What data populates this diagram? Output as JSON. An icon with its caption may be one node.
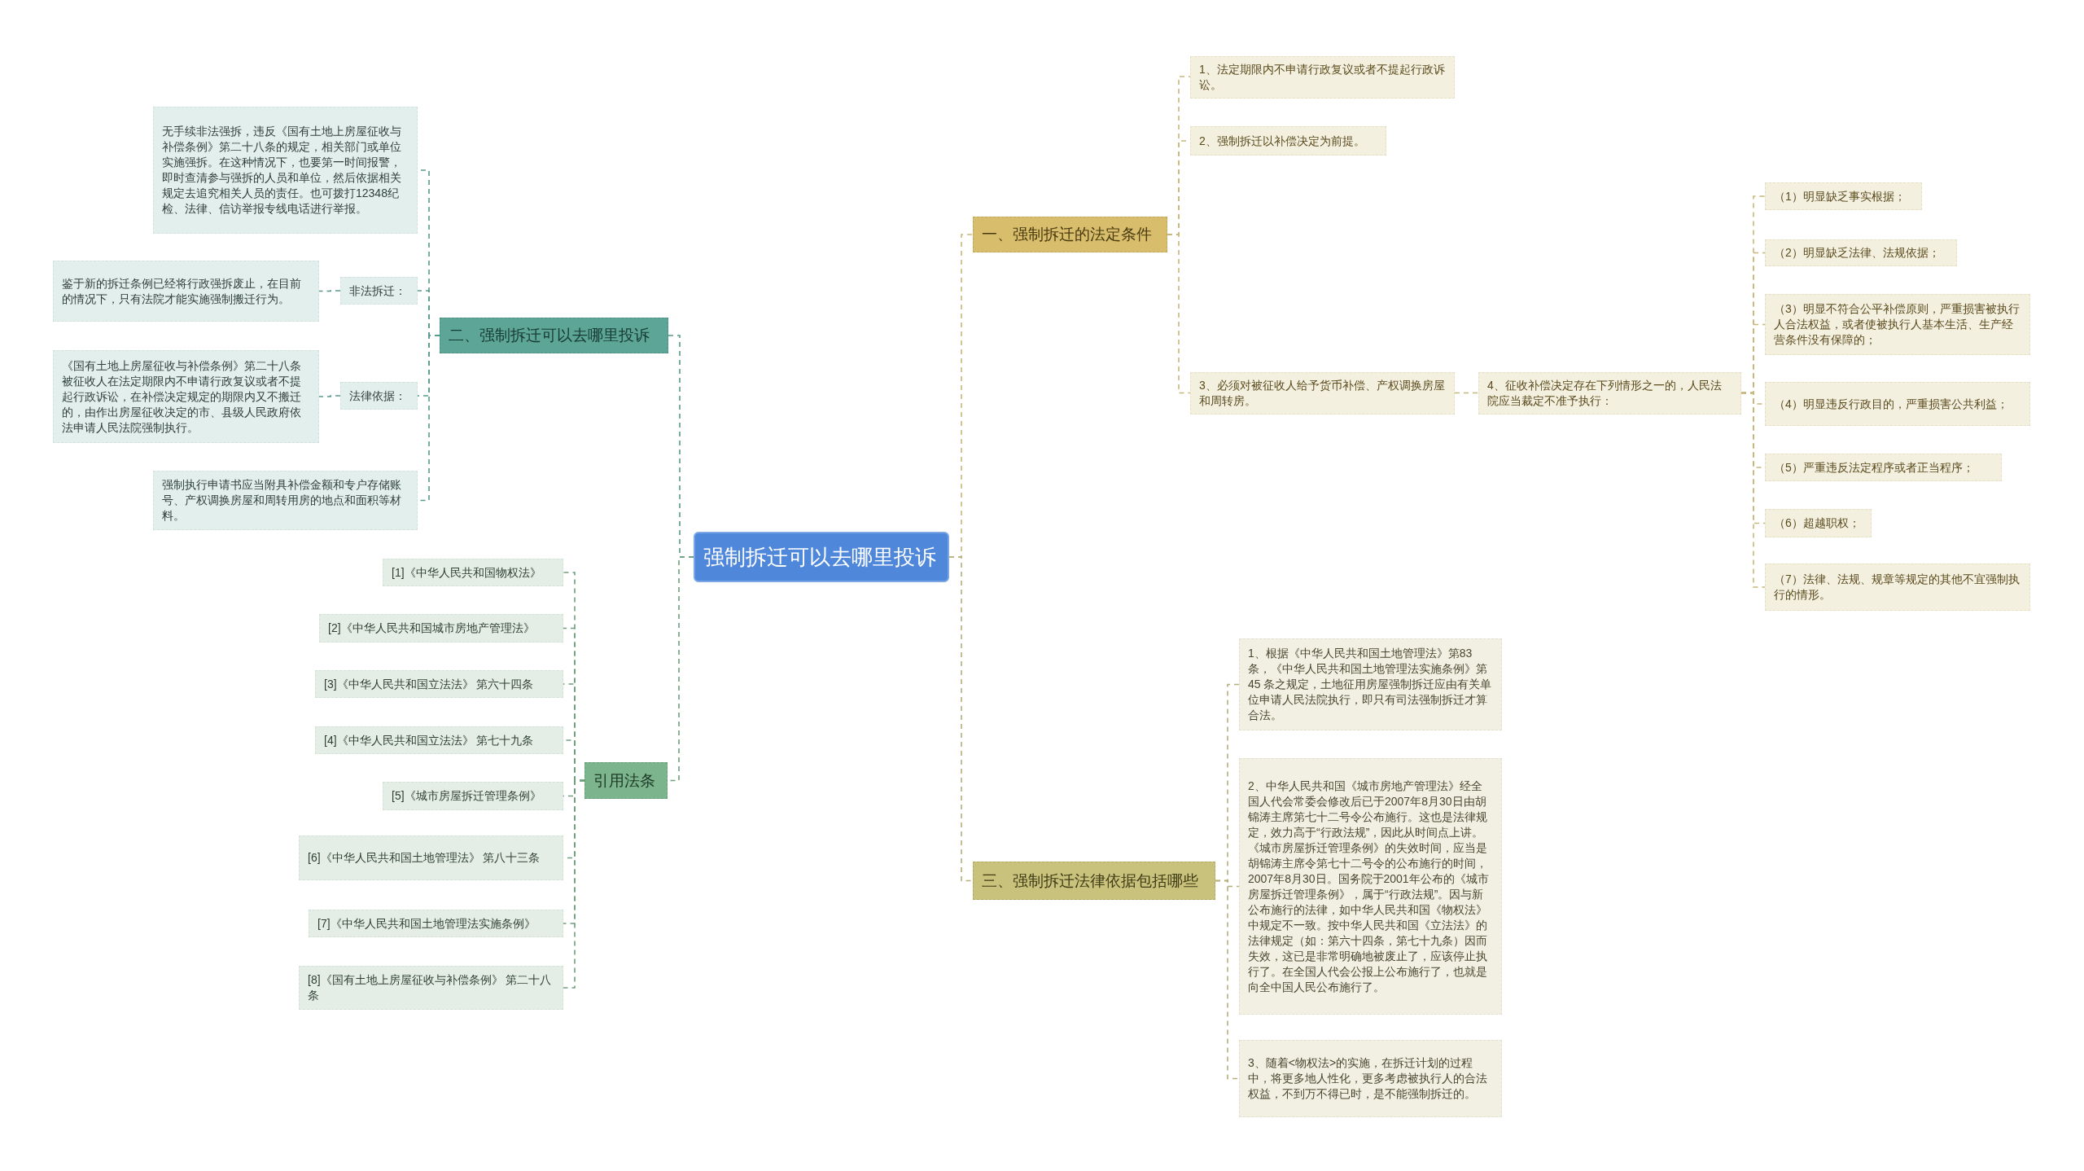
{
  "diagram": {
    "nodes": [
      {
        "text": [
          "强制拆迁可以去哪里投诉"
        ]
      },
      {
        "text": [
          "一、强制拆迁的法定条件"
        ]
      },
      {
        "text": [
          "1、法定期限内不申请行政复议或者不提起行政诉讼。"
        ]
      },
      {
        "text": [
          "2、强制拆迁以补偿决定为前提。"
        ]
      },
      {
        "text": [
          "3、必须对被征收人给予货币补偿、产权调换房屋和周转房。"
        ]
      },
      {
        "text": [
          "4、征收补偿决定存在下列情形之一的，人民法院应当裁定不准予执行："
        ]
      },
      {
        "text": [
          "（1）明显缺乏事实根据；"
        ]
      },
      {
        "text": [
          "（2）明显缺乏法律、法规依据；"
        ]
      },
      {
        "text": [
          "（3）明显不符合公平补偿原则，严重损害被执行人合法权益，或者使被执行人基本生活、生产经营条件没有保障的；"
        ]
      },
      {
        "text": [
          "（4）明显违反行政目的，严重损害公共利益；"
        ]
      },
      {
        "text": [
          "（5）严重违反法定程序或者正当程序；"
        ]
      },
      {
        "text": [
          "（6）超越职权；"
        ]
      },
      {
        "text": [
          "（7）法律、法规、规章等规定的其他不宜强制执行的情形。"
        ]
      },
      {
        "text": [
          "三、强制拆迁法律依据包括哪些"
        ]
      },
      {
        "text": [
          "1、根据《中华人民共和国土地管理法》第83条，《中华人民共和国土地管理法实施条例》第45 条之规定，土地征用房屋强制拆迁应由有关单位申请人民法院执行，即只有司法强制拆迁才算合法。"
        ]
      },
      {
        "text": [
          "2、中华人民共和国《城市房地产管理法》经全国人代会常委会修改后已于2007年8月30日由胡锦涛主席第七十二号令公布施行。这也是法律规定，效力高于“行政法规”，因此从时间点上讲。《城市房屋拆迁管理条例》的失效时间，应当是胡锦涛主席令第七十二号令的公布施行的时间，2007年8月30日。国务院于2001年公布的《城市房屋拆迁管理条例》，属于“行政法规”。因与新公布施行的法律，如中华人民共和国《物权法》中规定不一致。按中华人民共和国《立法法》的法律规定（如：第六十四条，第七十九条）因而失效，这已是非常明确地被废止了，应该停止执行了。在全国人代会公报上公布施行了，也就是向全中国人民公布施行了。"
        ]
      },
      {
        "text": [
          "3、随着<物权法>的实施，在拆迁计划的过程中，将更多地人性化，更多考虑被执行人的合法权益，不到万不得已时，是不能强制拆迁的。"
        ]
      },
      {
        "text": [
          "二、强制拆迁可以去哪里投诉"
        ]
      },
      {
        "text": [
          "无手续非法强拆，违反《国有土地上房屋征收与补偿条例》第二十八条的规定，相关部门或单位实施强拆。在这种情况下，也要第一时间报警，即时查清参与强拆的人员和单位，然后依据相关规定去追究相关人员的责任。也可拨打12348纪检、法律、信访举报专线电话进行举报。"
        ]
      },
      {
        "text": [
          "非法拆迁："
        ]
      },
      {
        "text": [
          "鉴于新的拆迁条例已经将行政强拆废止，在目前的情况下，只有法院才能实施强制搬迁行为。"
        ]
      },
      {
        "text": [
          "法律依据："
        ]
      },
      {
        "text": [
          "《国有土地上房屋征收与补偿条例》第二十八条被征收人在法定期限内不申请行政复议或者不提起行政诉讼，在补偿决定规定的期限内又不搬迁的，由作出房屋征收决定的市、县级人民政府依法申请人民法院强制执行。"
        ]
      },
      {
        "text": [
          "强制执行申请书应当附具补偿金额和专户存储账号、产权调换房屋和周转用房的地点和面积等材料。"
        ]
      },
      {
        "text": [
          "引用法条"
        ]
      },
      {
        "text": [
          "[1]《中华人民共和国物权法》"
        ]
      },
      {
        "text": [
          "[2]《中华人民共和国城市房地产管理法》"
        ]
      },
      {
        "text": [
          "[3]《中华人民共和国立法法》 第六十四条"
        ]
      },
      {
        "text": [
          "[4]《中华人民共和国立法法》 第七十九条"
        ]
      },
      {
        "text": [
          "[5]《城市房屋拆迁管理条例》"
        ]
      },
      {
        "text": [
          "[6]《中华人民共和国土地管理法》 第八十三条"
        ]
      },
      {
        "text": [
          "[7]《中华人民共和国土地管理法实施条例》"
        ]
      },
      {
        "text": [
          "[8]《国有土地上房屋征收与补偿条例》 第二十八条"
        ]
      }
    ],
    "edges": [
      {
        "from": 0,
        "to": 1,
        "arrow": "none",
        "style": "dashed"
      },
      {
        "from": 1,
        "to": 2,
        "arrow": "none",
        "style": "dashed"
      },
      {
        "from": 1,
        "to": 3,
        "arrow": "none",
        "style": "dashed"
      },
      {
        "from": 1,
        "to": 4,
        "arrow": "none",
        "style": "dashed"
      },
      {
        "from": 4,
        "to": 5,
        "arrow": "none",
        "style": "dashed"
      },
      {
        "from": 5,
        "to": 6,
        "arrow": "none",
        "style": "dashed"
      },
      {
        "from": 5,
        "to": 7,
        "arrow": "none",
        "style": "dashed"
      },
      {
        "from": 5,
        "to": 8,
        "arrow": "none",
        "style": "dashed"
      },
      {
        "from": 5,
        "to": 9,
        "arrow": "none",
        "style": "dashed"
      },
      {
        "from": 5,
        "to": 10,
        "arrow": "none",
        "style": "dashed"
      },
      {
        "from": 5,
        "to": 11,
        "arrow": "none",
        "style": "dashed"
      },
      {
        "from": 5,
        "to": 12,
        "arrow": "none",
        "style": "dashed"
      },
      {
        "from": 0,
        "to": 13,
        "arrow": "none",
        "style": "dashed",
        "color": "#b5b07a"
      },
      {
        "from": 13,
        "to": 14,
        "arrow": "none",
        "style": "dashed",
        "color": "#b5b07a"
      },
      {
        "from": 13,
        "to": 15,
        "arrow": "none",
        "style": "dashed",
        "color": "#b5b07a"
      },
      {
        "from": 13,
        "to": 16,
        "arrow": "none",
        "style": "dashed",
        "color": "#b5b07a"
      },
      {
        "from": 0,
        "to": 17,
        "arrow": "none",
        "style": "dashed",
        "color": "#5a9a8c"
      },
      {
        "from": 17,
        "to": 18,
        "arrow": "none",
        "style": "dashed",
        "color": "#5a9a8c"
      },
      {
        "from": 17,
        "to": 19,
        "arrow": "none",
        "style": "dashed",
        "color": "#5a9a8c"
      },
      {
        "from": 19,
        "to": 20,
        "arrow": "none",
        "style": "dashed",
        "color": "#5a9a8c"
      },
      {
        "from": 17,
        "to": 21,
        "arrow": "none",
        "style": "dashed",
        "color": "#5a9a8c"
      },
      {
        "from": 21,
        "to": 22,
        "arrow": "none",
        "style": "dashed",
        "color": "#5a9a8c"
      },
      {
        "from": 17,
        "to": 23,
        "arrow": "none",
        "style": "dashed",
        "color": "#5a9a8c"
      },
      {
        "from": 0,
        "to": 24,
        "arrow": "none",
        "style": "dashed",
        "color": "#6fa07e"
      },
      {
        "from": 24,
        "to": 25,
        "arrow": "none",
        "style": "dashed",
        "color": "#6fa07e"
      },
      {
        "from": 24,
        "to": 26,
        "arrow": "none",
        "style": "dashed",
        "color": "#6fa07e"
      },
      {
        "from": 24,
        "to": 27,
        "arrow": "none",
        "style": "dashed",
        "color": "#6fa07e"
      },
      {
        "from": 24,
        "to": 28,
        "arrow": "none",
        "style": "dashed",
        "color": "#6fa07e"
      },
      {
        "from": 24,
        "to": 29,
        "arrow": "none",
        "style": "dashed",
        "color": "#6fa07e"
      },
      {
        "from": 24,
        "to": 30,
        "arrow": "none",
        "style": "dashed",
        "color": "#6fa07e"
      },
      {
        "from": 24,
        "to": 31,
        "arrow": "none",
        "style": "dashed",
        "color": "#6fa07e"
      },
      {
        "from": 24,
        "to": 32,
        "arrow": "none",
        "style": "dashed",
        "color": "#6fa07e"
      }
    ]
  }
}
